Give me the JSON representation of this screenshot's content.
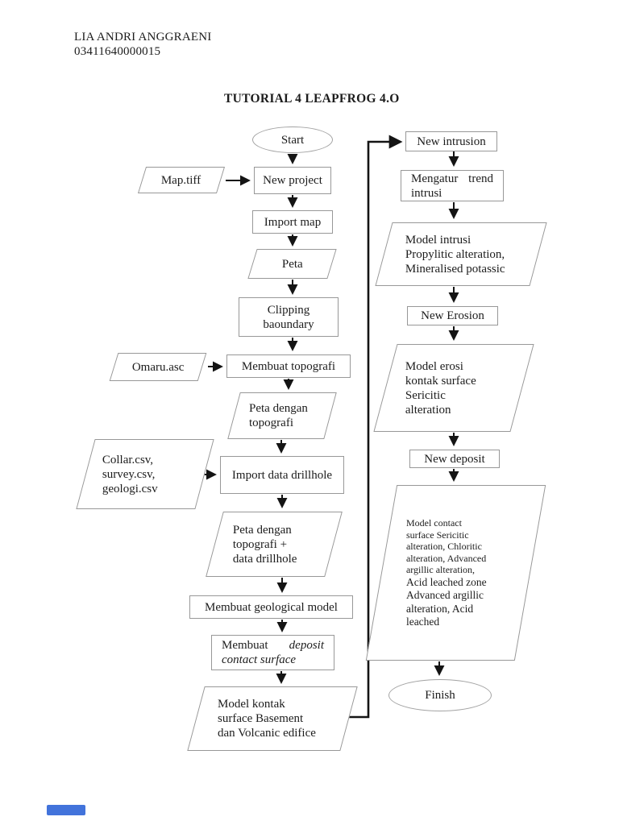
{
  "page": {
    "author_name": "LIA ANDRI ANGGRAENI",
    "author_id": "03411640000015",
    "title": "TUTORIAL 4 LEAPFROG 4.O"
  },
  "colors": {
    "shape_border": "#989898",
    "arrow": "#141414",
    "progress_bar": "#4273db"
  },
  "flowchart": {
    "left_column": {
      "start": "Start",
      "map_tiff": "Map.tiff",
      "new_project": "New project",
      "import_map": "Import map",
      "peta": "Peta",
      "clipping_baoundary": "Clipping\nbaoundary",
      "omaru_asc": "Omaru.asc",
      "membuat_topografi": "Membuat topografi",
      "peta_dengan_topografi": "Peta dengan\ntopografi",
      "collar_survey_geologi": "Collar.csv,\nsurvey.csv,\ngeologi.csv",
      "import_data_drillhole": "Import data drillhole",
      "peta_topografi_drillhole": "Peta dengan\ntopografi +\ndata drillhole",
      "membuat_geological_model": "Membuat geological model",
      "membuat_deposit_word1": "Membuat",
      "membuat_deposit_word2": "deposit",
      "membuat_deposit_line2": "contact surface",
      "model_kontak": "Model kontak\nsurface Basement\ndan Volcanic edifice"
    },
    "right_column": {
      "new_intrusion": "New intrusion",
      "mengatur_word1": "Mengatur",
      "mengatur_word2": "trend",
      "mengatur_line2": "intrusi",
      "model_intrusi": "Model intrusi\nPropylitic alteration,\nMineralised potassic",
      "new_erosion": "New Erosion",
      "model_erosi": "Model erosi\nkontak surface\nSericitic\nalteration",
      "new_deposit": "New deposit",
      "model_contact_part1": "Model contact\nsurface Sericitic\nalteration, Chloritic\nalteration, Advanced\nargillic alteration,",
      "model_contact_part2": "Acid leached zone\nAdvanced argillic\nalteration, Acid\nleached",
      "finish": "Finish"
    },
    "edges": [
      "Start → New project",
      "Map.tiff → New project",
      "New project → Import map",
      "Import map → Peta",
      "Peta → Clipping baoundary",
      "Clipping baoundary → Membuat topografi",
      "Omaru.asc → Membuat topografi",
      "Membuat topografi → Peta dengan topografi",
      "Peta dengan topografi → Import data drillhole",
      "Collar.csv, survey.csv, geologi.csv → Import data drillhole",
      "Import data drillhole → Peta dengan topografi + data drillhole",
      "Peta dengan topografi + data drillhole → Membuat geological model",
      "Membuat geological model → Membuat deposit contact surface",
      "Membuat deposit contact surface → Model kontak surface Basement dan Volcanic edifice",
      "Model kontak surface Basement dan Volcanic edifice → New intrusion",
      "New intrusion → Mengatur trend intrusi",
      "Mengatur trend intrusi → Model intrusi Propylitic alteration, Mineralised potassic",
      "Model intrusi → New Erosion",
      "New Erosion → Model erosi kontak surface Sericitic alteration",
      "Model erosi → New deposit",
      "New deposit → Model contact surface ...",
      "Model contact surface ... → Finish"
    ]
  }
}
